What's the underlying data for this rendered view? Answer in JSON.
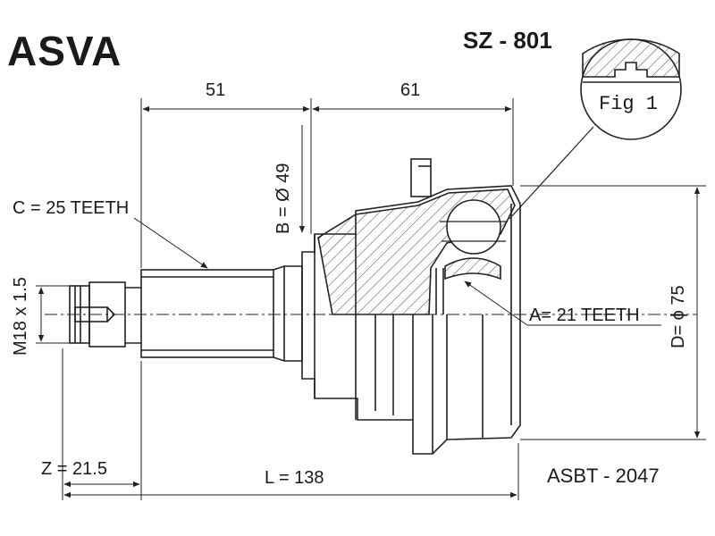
{
  "brand": "ASVA",
  "part_number": "SZ - 801",
  "catalog_code": "ASBT - 2047",
  "figure_label": "Fig 1",
  "dimensions": {
    "top_left": "51",
    "top_right": "61",
    "bore": "B = Ø 49",
    "outer_spline": "C = 25 TEETH",
    "thread": "M18 x 1.5",
    "inner_spline": "A= 21 TEETH",
    "outer_diameter": "D= ϕ 75",
    "z_length": "Z = 21.5",
    "total_length": "L = 138"
  }
}
